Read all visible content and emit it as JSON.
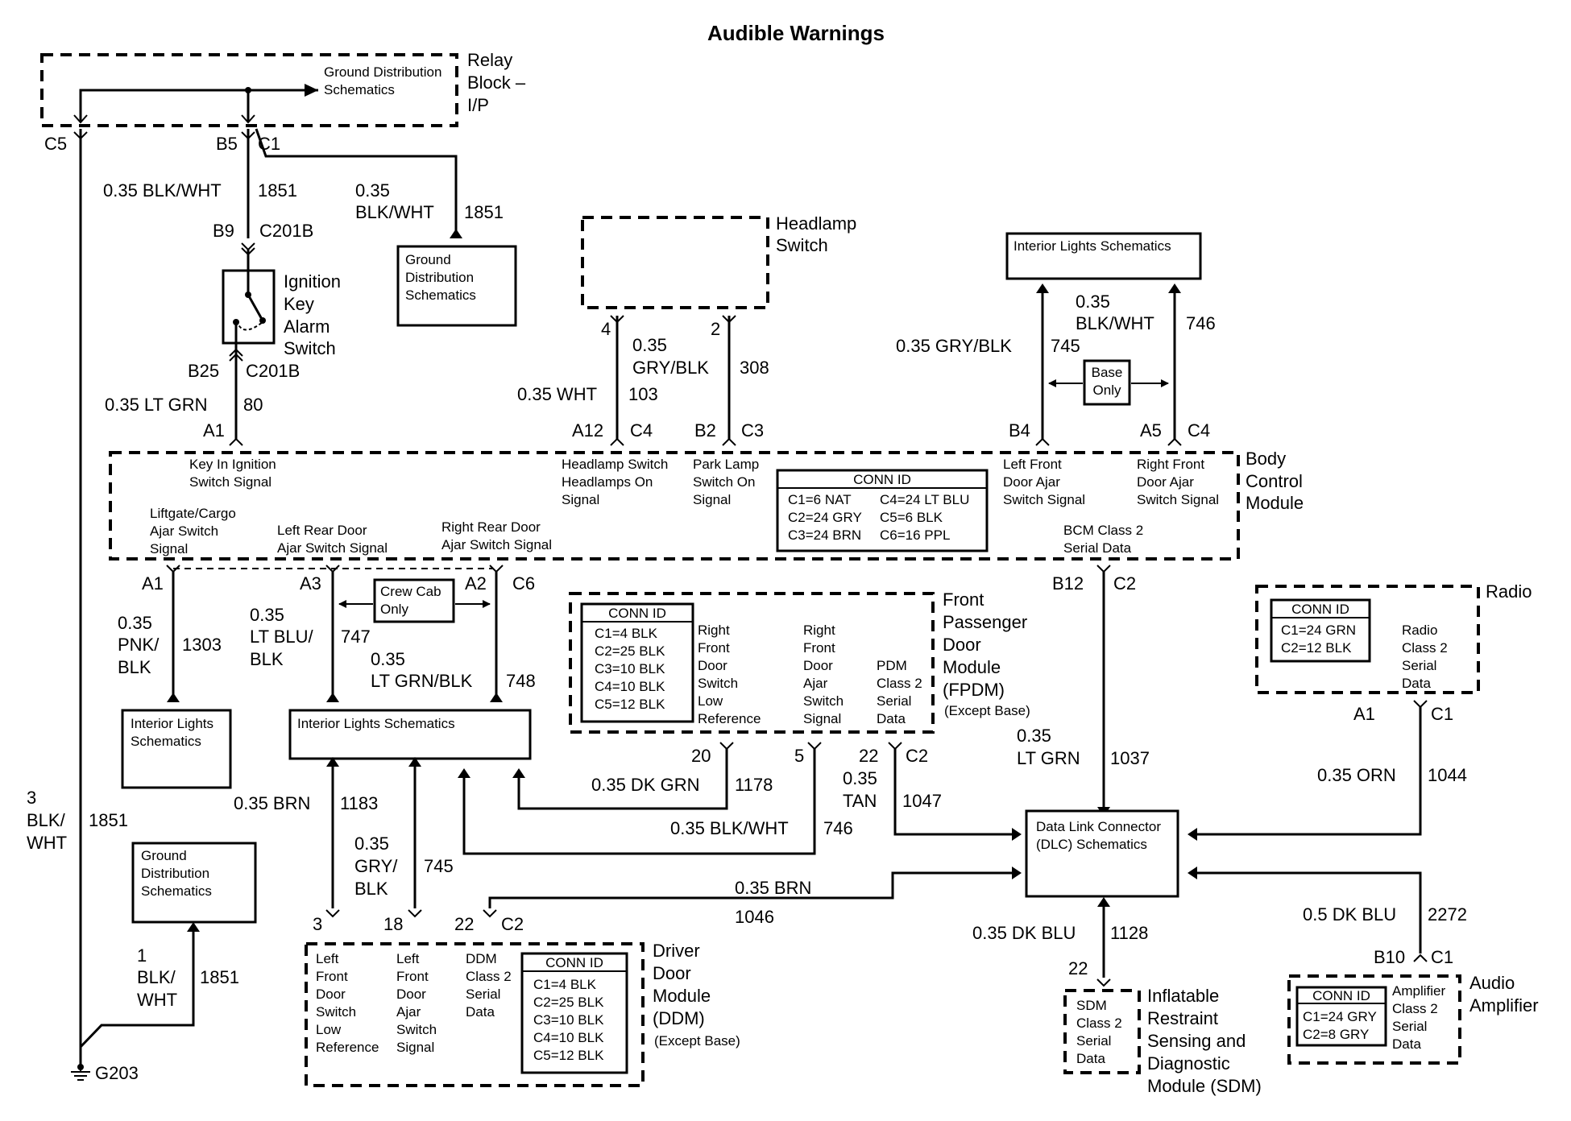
{
  "title": "Audible Warnings",
  "relay": {
    "name": [
      "Relay",
      "Block –",
      "I/P"
    ],
    "gd": [
      "Ground Distribution",
      "Schematics"
    ],
    "c5": "C5",
    "b5": "B5",
    "c1": "C1"
  },
  "w_left": {
    "gauge": "0.35 BLK/WHT",
    "circuit": "1851"
  },
  "w_gd1": {
    "gauge1": "0.35",
    "gauge2": "BLK/WHT",
    "circuit": "1851"
  },
  "gd_box1": [
    "Ground",
    "Distribution",
    "Schematics"
  ],
  "ign_conn1": {
    "pin": "B9",
    "conn": "C201B"
  },
  "ign_switch": [
    "Ignition",
    "Key",
    "Alarm",
    "Switch"
  ],
  "ign_conn2": {
    "pin": "B25",
    "conn": "C201B"
  },
  "w_ign": {
    "gauge": "0.35 LT GRN",
    "circuit": "80",
    "pin": "A1"
  },
  "headlamp": {
    "name": [
      "Headlamp",
      "Switch"
    ],
    "pin4": "4",
    "pin2": "2"
  },
  "w_103": {
    "gauge": "0.35 WHT",
    "circuit": "103",
    "pin": "A12",
    "conn": "C4"
  },
  "w_308": {
    "gauge1": "0.35",
    "gauge2": "GRY/BLK",
    "circuit": "308",
    "pin": "B2",
    "conn": "C3"
  },
  "il_box_top": "Interior Lights Schematics",
  "w_745": {
    "gauge": "0.35 GRY/BLK",
    "circuit": "745",
    "pin": "B4"
  },
  "w_746": {
    "gauge1": "0.35",
    "gauge2": "BLK/WHT",
    "circuit": "746",
    "pin": "A5",
    "conn": "C4"
  },
  "base_only": [
    "Base",
    "Only"
  ],
  "bcm": {
    "name": [
      "Body",
      "Control",
      "Module"
    ],
    "key_in": [
      "Key In Ignition",
      "Switch Signal"
    ],
    "liftgate": [
      "Liftgate/Cargo",
      "Ajar Switch",
      "Signal"
    ],
    "lr_door": [
      "Left Rear Door",
      "Ajar Switch Signal"
    ],
    "rr_door": [
      "Right Rear Door",
      "Ajar Switch Signal"
    ],
    "headlamp_sig": [
      "Headlamp Switch",
      "Headlamps On",
      "Signal"
    ],
    "park_lamp": [
      "Park Lamp",
      "Switch On",
      "Signal"
    ],
    "lf_door": [
      "Left Front",
      "Door Ajar",
      "Switch Signal"
    ],
    "rf_door": [
      "Right Front",
      "Door Ajar",
      "Switch Signal"
    ],
    "serial": [
      "BCM Class 2",
      "Serial Data"
    ],
    "conn_title": "CONN ID",
    "conn_ids": [
      "C1=6 NAT",
      "C4=24 LT BLU",
      "C2=24 GRY",
      "C5=6 BLK",
      "C3=24 BRN",
      "C6=16 PPL"
    ]
  },
  "w_1303": {
    "pin": "A1",
    "gauge": [
      "0.35",
      "PNK/",
      "BLK"
    ],
    "circuit": "1303"
  },
  "il_box_small": [
    "Interior Lights",
    "Schematics"
  ],
  "w_747": {
    "pin": "A3",
    "gauge": [
      "0.35",
      "LT BLU/",
      "BLK"
    ],
    "circuit": "747"
  },
  "crew_cab": [
    "Crew Cab",
    "Only"
  ],
  "w_748": {
    "pin": "A2",
    "conn": "C6",
    "gauge1": "0.35",
    "gauge2": "LT GRN/BLK",
    "circuit": "748"
  },
  "il_box_wide": "Interior Lights Schematics",
  "fpdm": {
    "name": [
      "Front",
      "Passenger",
      "Door",
      "Module",
      "(FPDM)"
    ],
    "except": "(Except Base)",
    "conn_title": "CONN ID",
    "conn_ids": [
      "C1=4 BLK",
      "C2=25 BLK",
      "C3=10 BLK",
      "C4=10 BLK",
      "C5=12 BLK"
    ],
    "sig1": [
      "Right",
      "Front",
      "Door",
      "Switch",
      "Low",
      "Reference"
    ],
    "sig2": [
      "Right",
      "Front",
      "Door",
      "Ajar",
      "Switch",
      "Signal"
    ],
    "sig3": [
      "PDM",
      "Class 2",
      "Serial",
      "Data"
    ],
    "pin20": "20",
    "pin5": "5",
    "pin22": "22",
    "conn": "C2"
  },
  "w_1178": {
    "gauge": "0.35 DK GRN",
    "circuit": "1178"
  },
  "w_746b": {
    "gauge": "0.35 BLK/WHT",
    "circuit": "746"
  },
  "w_1047": {
    "gauge1": "0.35",
    "gauge2": "TAN",
    "circuit": "1047"
  },
  "w_1037": {
    "pin": "B12",
    "conn": "C2",
    "gauge1": "0.35",
    "gauge2": "LT GRN",
    "circuit": "1037"
  },
  "radio": {
    "name": "Radio",
    "conn_title": "CONN ID",
    "conn_ids": [
      "C1=24 GRN",
      "C2=12 BLK"
    ],
    "sig": [
      "Radio",
      "Class 2",
      "Serial",
      "Data"
    ],
    "pin": "A1",
    "conn": "C1"
  },
  "w_1044": {
    "gauge": "0.35 ORN",
    "circuit": "1044"
  },
  "dlc": [
    "Data Link Connector",
    "(DLC) Schematics"
  ],
  "w_1851_mid": {
    "gauge": [
      "3",
      "BLK/",
      "WHT"
    ],
    "circuit": "1851"
  },
  "gd_box2": [
    "Ground",
    "Distribution",
    "Schematics"
  ],
  "w_1851_low": {
    "gauge": [
      "1",
      "BLK/",
      "WHT"
    ],
    "circuit": "1851"
  },
  "ground": "G203",
  "w_1183": {
    "gauge": "0.35 BRN",
    "circuit": "1183"
  },
  "w_745b": {
    "gauge": [
      "0.35",
      "GRY/",
      "BLK"
    ],
    "circuit": "745"
  },
  "w_1046": {
    "gauge": "0.35 BRN",
    "circuit": "1046"
  },
  "ddm": {
    "name": [
      "Driver",
      "Door",
      "Module",
      "(DDM)"
    ],
    "except": "(Except Base)",
    "pin3": "3",
    "pin18": "18",
    "pin22": "22",
    "conn": "C2",
    "sig1": [
      "Left",
      "Front",
      "Door",
      "Switch",
      "Low",
      "Reference"
    ],
    "sig2": [
      "Left",
      "Front",
      "Door",
      "Ajar",
      "Switch",
      "Signal"
    ],
    "sig3": [
      "DDM",
      "Class 2",
      "Serial",
      "Data"
    ],
    "conn_title": "CONN ID",
    "conn_ids": [
      "C1=4 BLK",
      "C2=25 BLK",
      "C3=10 BLK",
      "C4=10 BLK",
      "C5=12 BLK"
    ]
  },
  "w_1128": {
    "gauge": "0.35 DK BLU",
    "circuit": "1128",
    "pin": "22"
  },
  "sdm": {
    "name": [
      "Inflatable",
      "Restraint",
      "Sensing and",
      "Diagnostic",
      "Module (SDM)"
    ],
    "sig": [
      "SDM",
      "Class 2",
      "Serial",
      "Data"
    ]
  },
  "w_2272": {
    "gauge": "0.5 DK BLU",
    "circuit": "2272",
    "pin": "B10",
    "conn": "C1"
  },
  "amp": {
    "name": [
      "Audio",
      "Amplifier"
    ],
    "conn_title": "CONN ID",
    "conn_ids": [
      "C1=24 GRY",
      "C2=8 GRY"
    ],
    "sig": [
      "Amplifier",
      "Class 2",
      "Serial",
      "Data"
    ]
  }
}
